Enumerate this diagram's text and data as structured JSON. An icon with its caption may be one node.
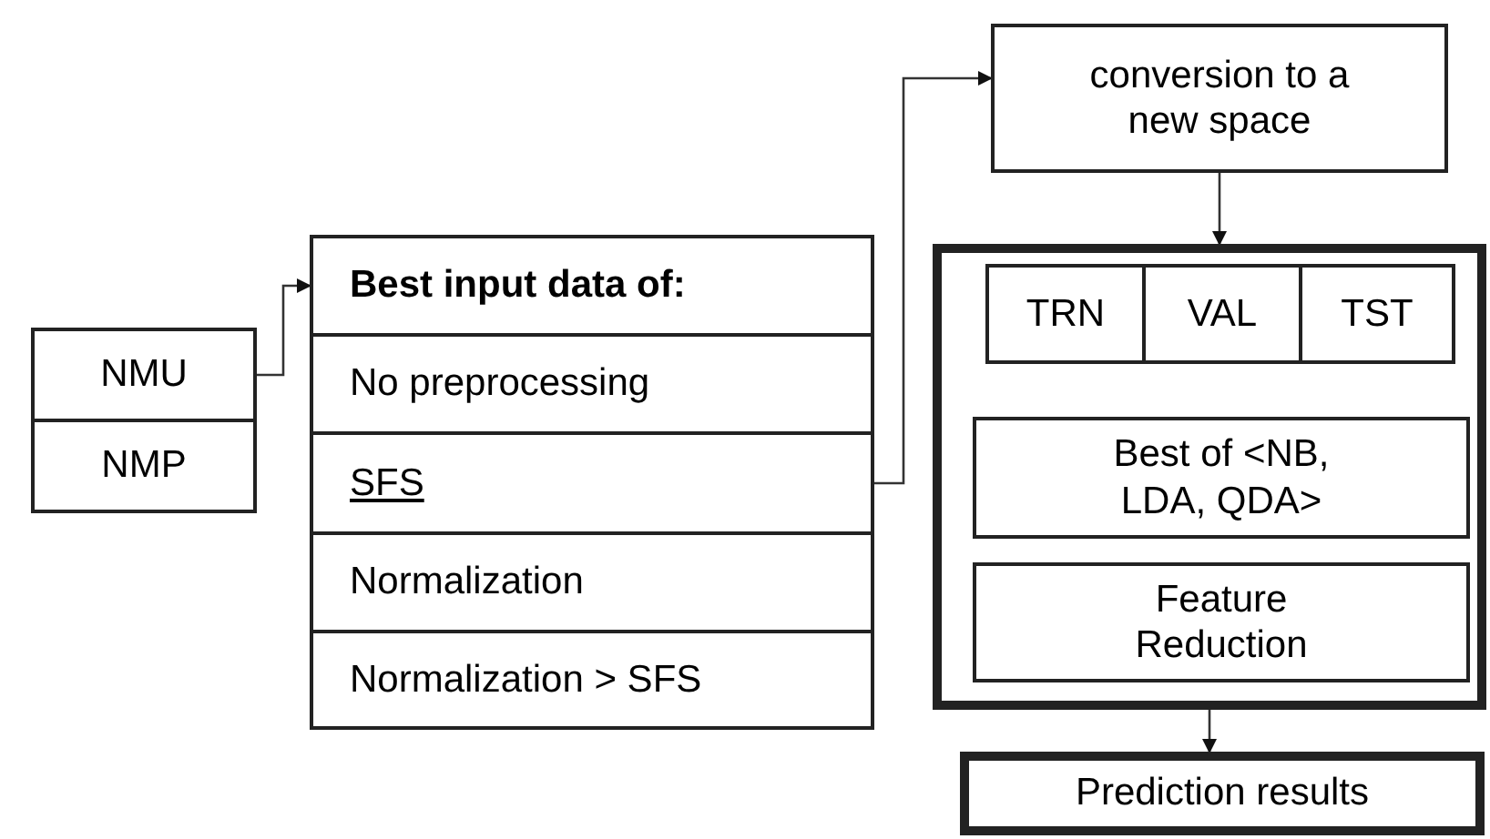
{
  "diagram": {
    "nodes": [
      {
        "text": [
          "NMU"
        ]
      },
      {
        "text": [
          "NMP"
        ]
      },
      {
        "text": [
          "Best input data of:"
        ]
      },
      {
        "text": [
          "No preprocessing"
        ]
      },
      {
        "text": [
          "SFS"
        ]
      },
      {
        "text": [
          "Normalization"
        ]
      },
      {
        "text": [
          "Normalization > SFS"
        ]
      },
      {
        "text": [
          "conversion to a new space"
        ]
      },
      {
        "text": [],
        "shape": "box"
      },
      {
        "text": [
          "TRN"
        ],
        "in": 8
      },
      {
        "text": [
          "VAL"
        ],
        "in": 8
      },
      {
        "text": [
          "TST"
        ],
        "in": 8
      },
      {
        "text": [
          "Best of <NB, LDA, QDA>"
        ],
        "in": 8
      },
      {
        "text": [
          "Feature Reduction"
        ],
        "in": 8
      },
      {
        "text": [
          "Prediction results"
        ]
      }
    ],
    "edges": [
      {
        "from": 0,
        "to": 2,
        "arrow": "to"
      },
      {
        "from": 4,
        "to": 7,
        "arrow": "to"
      },
      {
        "from": 7,
        "to": 8,
        "arrow": "to"
      },
      {
        "from": 8,
        "to": 14,
        "arrow": "to"
      }
    ]
  }
}
